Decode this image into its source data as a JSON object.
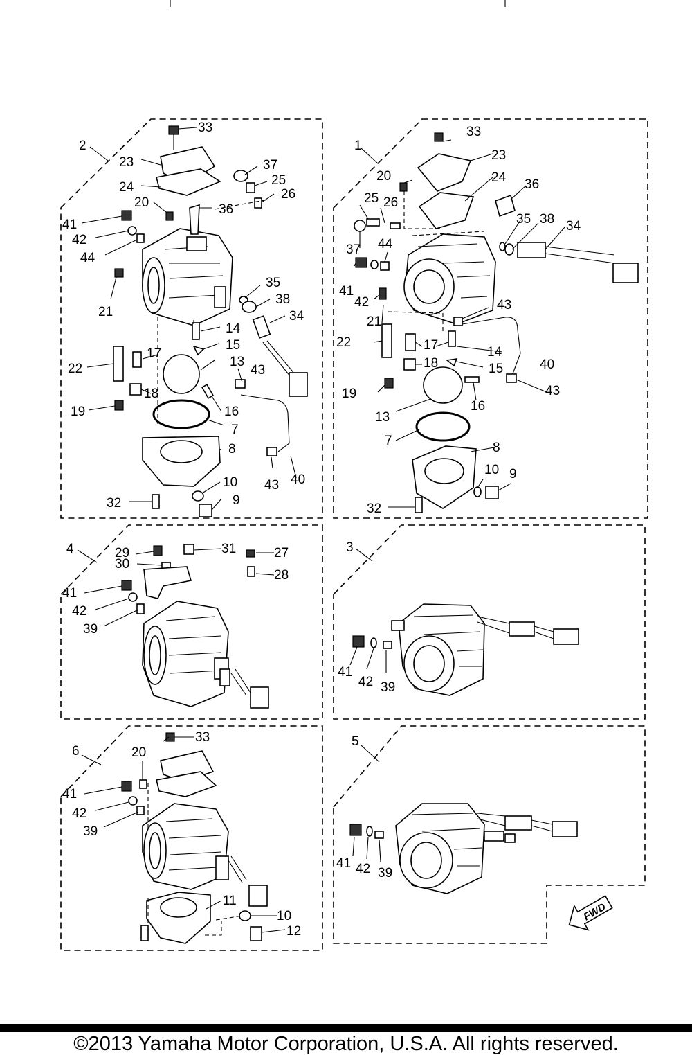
{
  "panels": [
    {
      "id": "1",
      "callouts": [
        "33",
        "23",
        "24",
        "36",
        "35",
        "38",
        "34",
        "20",
        "25",
        "26",
        "37",
        "44",
        "41",
        "42",
        "43",
        "21",
        "22",
        "17",
        "14",
        "18",
        "15",
        "40",
        "19",
        "13",
        "16",
        "43",
        "7",
        "8",
        "10",
        "9",
        "32"
      ]
    },
    {
      "id": "2",
      "callouts": [
        "33",
        "23",
        "37",
        "25",
        "24",
        "26",
        "20",
        "36",
        "41",
        "42",
        "44",
        "35",
        "21",
        "38",
        "14",
        "34",
        "15",
        "13",
        "22",
        "17",
        "43",
        "18",
        "19",
        "16",
        "7",
        "8",
        "43",
        "40",
        "10",
        "9",
        "32"
      ]
    },
    {
      "id": "3",
      "callouts": [
        "41",
        "42",
        "39"
      ]
    },
    {
      "id": "4",
      "callouts": [
        "29",
        "31",
        "27",
        "30",
        "28",
        "41",
        "42",
        "39"
      ]
    },
    {
      "id": "5",
      "callouts": [
        "41",
        "42",
        "39"
      ]
    },
    {
      "id": "6",
      "callouts": [
        "33",
        "20",
        "41",
        "42",
        "39",
        "11",
        "10",
        "12"
      ]
    }
  ],
  "fwd_label": "FWD",
  "footer": {
    "copyright": "©2013 Yamaha Motor Corporation, U.S.A. All rights reserved."
  }
}
